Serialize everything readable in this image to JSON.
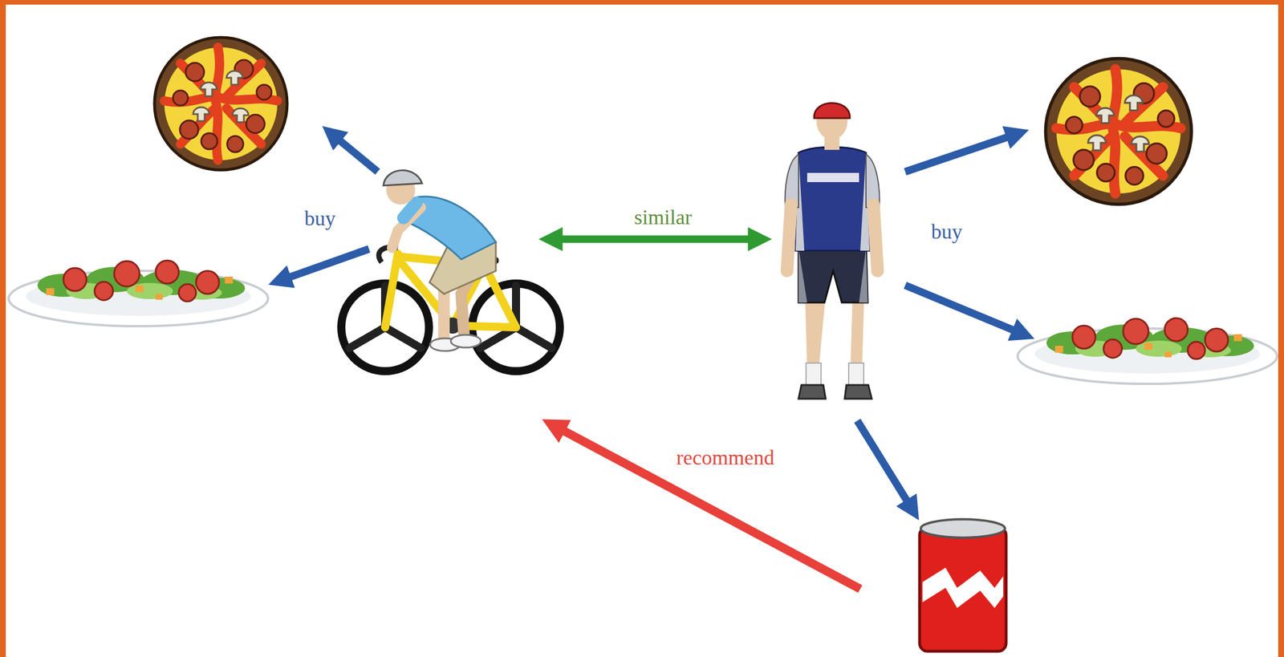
{
  "diagram": {
    "labels": [
      "buy",
      "similar",
      "buy",
      "recommend"
    ]
  }
}
